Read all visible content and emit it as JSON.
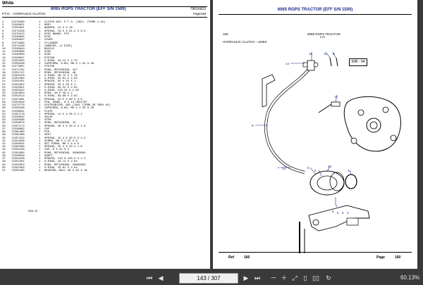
{
  "left_page": {
    "brand": "White",
    "title": "6065 ROPS TRACTOR (EFF S/N 1500)",
    "doc_number": "79016623",
    "subtitle": "P.T.O. - HYDRAULIC CLUTCH",
    "page_label": "Page158",
    "rows": [
      [
        "1",
        "72270460",
        "1",
        "CLUTCH ASY, P.T.O. (INCL. ITEMS 1-45)"
      ],
      [
        "2",
        "72230621",
        "1",
        "BODY"
      ],
      [
        "3",
        "72252941",
        "1",
        "WASHER, 14.2 X 18"
      ],
      [
        "4",
        "72272226",
        "1",
        "SPRING, 79.5 X 61.5 X 6.5"
      ],
      [
        "5",
        "72270470",
        "2",
        "DISC BRAKE, PTO"
      ],
      [
        "6",
        "72230635",
        "5",
        "DISC"
      ],
      [
        "7",
        "72230637",
        "1",
        "COVER"
      ],
      [
        "8",
        "72272998",
        "1",
        "CYLINDER"
      ],
      [
        "9",
        "72272108",
        "1",
        "CARRIER, (4 DISC)"
      ],
      [
        "10",
        "72230643",
        "2",
        "NOZZLE"
      ],
      [
        "11",
        "72230608",
        "3",
        "DISC"
      ],
      [
        "12",
        "72230609",
        "3",
        "DISC"
      ],
      [
        "13",
        "72230647",
        "1",
        "PISTON"
      ],
      [
        "14",
        "72252625",
        "1",
        "O-RING, 44.12 X 2.72"
      ],
      [
        "15",
        "72250196",
        "4",
        "CAPSCREW, 8-HD, M8 X 1.25 X 28"
      ],
      [
        "16",
        "72272807",
        "1",
        "PISTON"
      ],
      [
        "17",
        "72271702",
        "1",
        "RING, RETAINING, 127"
      ],
      [
        "18",
        "72251747",
        "2",
        "RING, RETAINING, 48"
      ],
      [
        "19",
        "72252476",
        "1",
        "O-RING, 29.75 X 1.78"
      ],
      [
        "20",
        "72252464",
        "1",
        "O-RING, 23.81 X 2.62"
      ],
      [
        "21",
        "72254451",
        "1",
        "SPACER, 35 X 52 X 1"
      ],
      [
        "22",
        "72254452",
        "1",
        "SPACER, 56 X 58 X 1"
      ],
      [
        "23",
        "72252621",
        "1",
        "O-RING, 82.22 X 2.62"
      ],
      [
        "24",
        "72252622",
        "1",
        "O-RING, 120.32 X 2.62"
      ],
      [
        "25",
        "72252654",
        "5",
        "RING, 48 X 58 X 2"
      ],
      [
        "26",
        "72252513",
        "1",
        "O-RING, 63.68 X 2.62"
      ],
      [
        "27",
        "72257961",
        "1",
        "SPRING, 23.5 X 60 X 3.5"
      ],
      [
        "28",
        "72254818",
        "2",
        "PIN, DOWEL, 8 X 14 UNI1707"
      ],
      [
        "29",
        "72272770",
        "1",
        "DISTRIBUTOR, ASY (INCL ITEMS 29 THRU 45)"
      ],
      [
        "30",
        "72250196",
        "1",
        "CAPSCREW, 8-HD, M8 X 1.25 X 20"
      ],
      [
        "31",
        "72230631",
        "1",
        "PLATE"
      ],
      [
        "32",
        "72257176",
        "1",
        "SPRING, 11.5 X 38 X 1.2"
      ],
      [
        "33",
        "72230632",
        "1",
        "VALVE"
      ],
      [
        "34",
        "72230636",
        "1",
        "STEM"
      ],
      [
        "35",
        "72259979",
        "1",
        "RING, RETAINING, 12"
      ],
      [
        "36",
        "72257172",
        "1",
        "SPRING, 28.3 X 45.3 X 1.8"
      ],
      [
        "37",
        "72230662",
        "1",
        "CUP"
      ],
      [
        "38",
        "72262460",
        "1",
        "PIN"
      ],
      [
        "39",
        "72262466",
        "1",
        "SEAT"
      ],
      [
        "40",
        "72257222",
        "1",
        "SPRING, 15.4 X 30.5 X 2.2"
      ],
      [
        "41",
        "72252638",
        "1",
        "SCREW, M8 X 1.25 X 8"
      ],
      [
        "42",
        "72250641",
        "1",
        "SET SCREW, M8 X 8 X 6"
      ],
      [
        "43",
        "72262389",
        "1",
        "SPRING, 15.3 X 33 X 1.8"
      ],
      [
        "44",
        "72252428",
        "1",
        "CAP, 9 X 31 X 2"
      ],
      [
        "45",
        "72251695",
        "1",
        "RING, RETAINING, 2UN63664"
      ],
      [
        "46",
        "72230648",
        "1",
        "SHAFT"
      ],
      [
        "47",
        "72254228",
        "1",
        "SPACER, 110 X 126.5 X 1.2"
      ],
      [
        "48",
        "72252451",
        "1",
        "O-RING, 18.72 X 2.62"
      ],
      [
        "49",
        "72251652",
        "1",
        "RING, RETAINING, 2UN63653"
      ],
      [
        "50",
        "72252464",
        "1",
        "O-RING, 23.81 X 2.62"
      ],
      [
        "51",
        "72255495",
        "1",
        "BEARING, BALL 30 X 62 X 16"
      ]
    ],
    "footer": "508-67"
  },
  "right_page": {
    "title": "6065 ROPS TRACTOR (EFF S/N 1500)",
    "page_no": "160",
    "model": "6065 ROPS TRACTOR",
    "model_sub": "KTO",
    "section": "HYDRAULIC CLUTCH - LINES",
    "badge": "50B - 94",
    "callouts": [
      "14",
      "15",
      "11",
      "8",
      "12",
      "9",
      "7",
      "6",
      "4",
      "10",
      "3",
      "13",
      "5",
      "5",
      "6",
      "2",
      "1"
    ],
    "footer_ref_label": "Ref",
    "footer_ref_value": "160",
    "footer_page_label": "Page",
    "footer_page_value": "160"
  },
  "toolbar": {
    "page_indicator": "143 / 307",
    "zoom": "60.13%",
    "icons": [
      "first-page-icon",
      "prev-page-icon",
      "next-page-icon",
      "last-page-icon",
      "zoom-out-icon",
      "zoom-in-icon",
      "fit-icon",
      "single-page-icon",
      "two-page-icon",
      "rotate-icon"
    ]
  }
}
